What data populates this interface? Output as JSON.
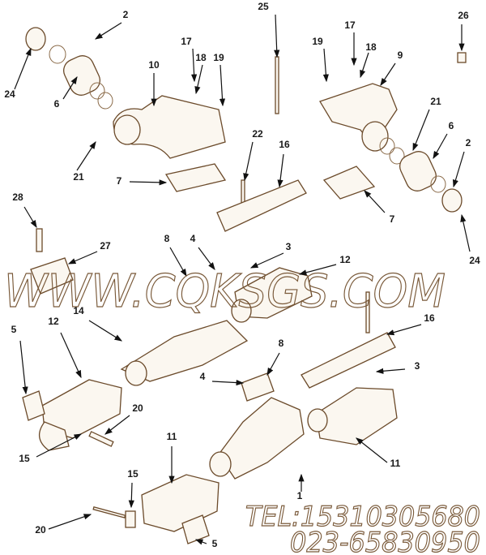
{
  "diagram": {
    "callouts": [
      "2",
      "24",
      "6",
      "10",
      "17",
      "18",
      "19",
      "21",
      "7",
      "25",
      "26",
      "17",
      "19",
      "18",
      "9",
      "21",
      "6",
      "2",
      "24",
      "7",
      "22",
      "16",
      "28",
      "27",
      "8",
      "4",
      "3",
      "12",
      "12",
      "14",
      "5",
      "16",
      "3",
      "8",
      "4",
      "20",
      "15",
      "11",
      "15",
      "20",
      "5",
      "11",
      "1"
    ],
    "watermark": "WWW.CQKSGS.COM",
    "contact": {
      "tel": "TEL:15310305680",
      "phone": "023-65830950"
    },
    "colors": {
      "line": "#6b4a2a",
      "watermark": "#7a5a3a",
      "label": "#1a1a1a"
    }
  }
}
